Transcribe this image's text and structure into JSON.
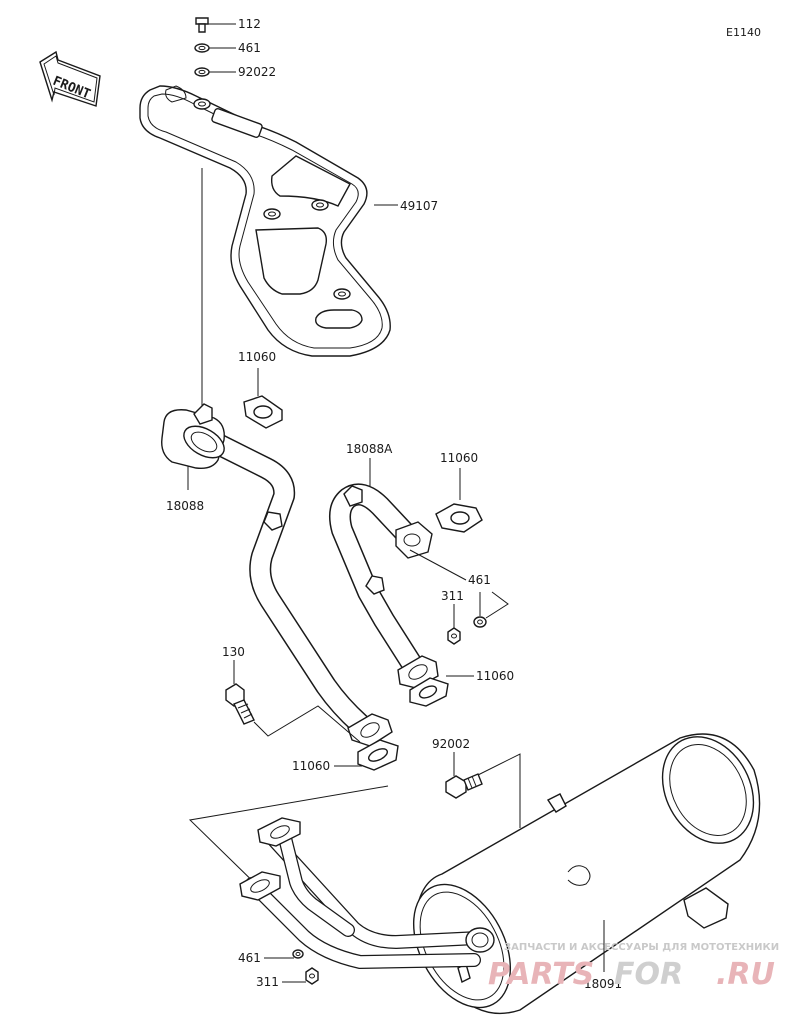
{
  "diagram_code": "E1140",
  "front_label": "FRONT",
  "parts": {
    "p112": "112",
    "p461_top": "461",
    "p92022": "92022",
    "p49107": "49107",
    "p11060_a": "11060",
    "p18088": "18088",
    "p18088A": "18088A",
    "p11060_b": "11060",
    "p461_mid": "461",
    "p311_mid": "311",
    "p130": "130",
    "p11060_c": "11060",
    "p11060_d": "11060",
    "p92002": "92002",
    "p461_bot": "461",
    "p311_bot": "311",
    "p18091": "18091"
  },
  "watermark": {
    "tagline": "ЗАПЧАСТИ И АКСЕССУАРЫ ДЛЯ МОТОТЕХНИКИ",
    "brand_part1": "PARTS",
    "brand_part2": "FOR",
    "brand_part3": ".RU",
    "color_red": "#e8b4b8",
    "color_grey": "#cfcfcf"
  }
}
